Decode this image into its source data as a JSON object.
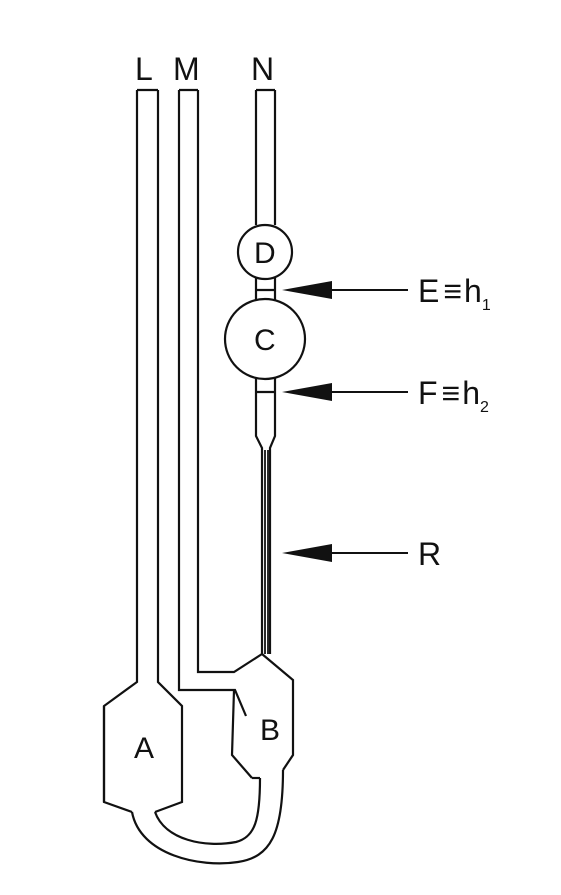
{
  "tube_labels": {
    "L": "L",
    "M": "M",
    "N": "N"
  },
  "bulb_labels": {
    "A": "A",
    "B": "B",
    "C": "C",
    "D": "D"
  },
  "markers": {
    "E": {
      "letter": "E",
      "equiv": "≡",
      "var": "h",
      "sub": "1"
    },
    "F": {
      "letter": "F",
      "equiv": "≡",
      "var": "h",
      "sub": "2"
    },
    "R": {
      "letter": "R"
    }
  }
}
